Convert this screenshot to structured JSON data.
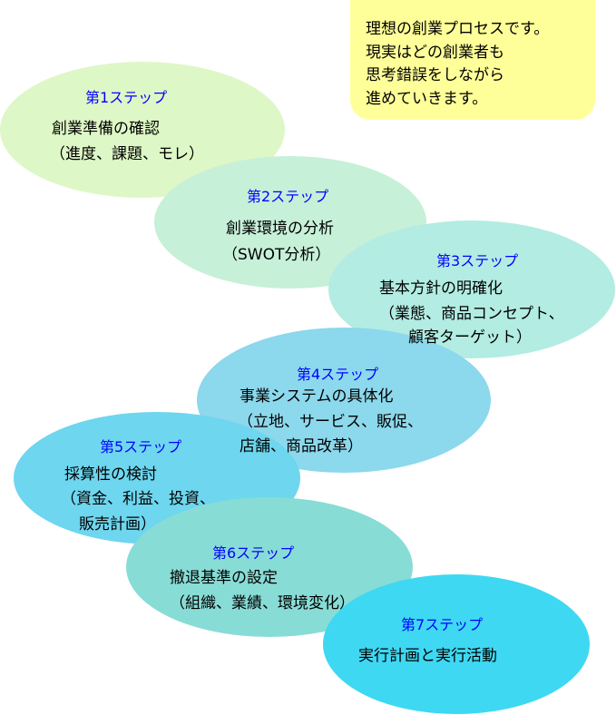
{
  "note": {
    "lines": [
      "理想の創業プロセスです。",
      "現実はどの創業者も",
      "思考錯誤をしながら",
      "進めていきます。"
    ]
  },
  "steps": [
    {
      "label": "第1ステップ",
      "lines": [
        "創業準備の確認",
        "（進度、課題、モレ）"
      ],
      "color": "#def7c6"
    },
    {
      "label": "第2ステップ",
      "lines": [
        "創業環境の分析",
        "（SWOT分析）"
      ],
      "color": "#c6f0d8"
    },
    {
      "label": "第3ステップ",
      "lines": [
        "基本方針の明確化",
        "（業態、商品コンセプト、",
        "顧客ターゲット）"
      ],
      "color": "#b2ece2"
    },
    {
      "label": "第4ステップ",
      "lines": [
        "事業システムの具体化",
        "（立地、サービス、販促、",
        "店舗、商品改革）"
      ],
      "color": "#8cd8ec"
    },
    {
      "label": "第5ステップ",
      "lines": [
        "採算性の検討",
        "（資金、利益、投資、",
        "販売計画）"
      ],
      "color": "#6ed6ee"
    },
    {
      "label": "第6ステップ",
      "lines": [
        "撤退基準の設定",
        "（組織、業績、環境変化）"
      ],
      "color": "#88dcd6"
    },
    {
      "label": "第7ステップ",
      "lines": [
        "実行計画と実行活動"
      ],
      "color": "#3ed8f2"
    }
  ]
}
